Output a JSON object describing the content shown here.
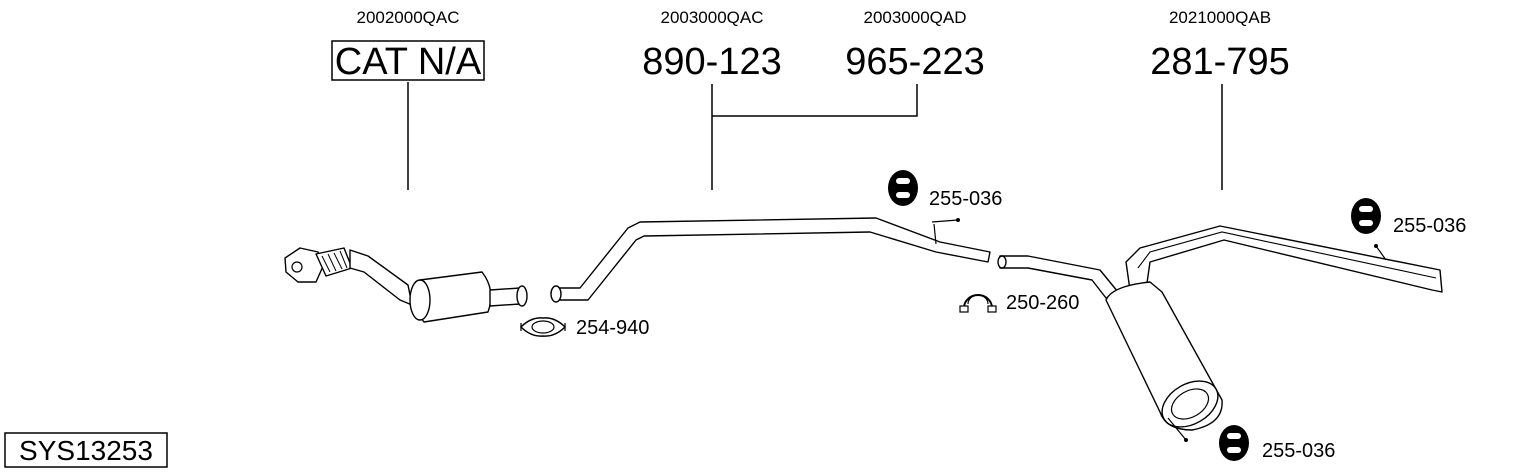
{
  "system": {
    "code": "SYS13253"
  },
  "callouts": [
    {
      "oe": "2002000QAC",
      "part": "CAT N/A",
      "boxed": true
    },
    {
      "oe": "2003000QAC",
      "part": "890-123",
      "boxed": false
    },
    {
      "oe": "2003000QAD",
      "part": "965-223",
      "boxed": false
    },
    {
      "oe": "2021000QAB",
      "part": "281-795",
      "boxed": false
    }
  ],
  "fittings": [
    {
      "part": "255-036",
      "icon": "rubber-hanger-icon"
    },
    {
      "part": "255-036",
      "icon": "rubber-hanger-icon"
    },
    {
      "part": "255-036",
      "icon": "rubber-hanger-icon"
    },
    {
      "part": "250-260",
      "icon": "pipe-clamp-icon"
    },
    {
      "part": "254-940",
      "icon": "gasket-clamp-icon"
    }
  ]
}
